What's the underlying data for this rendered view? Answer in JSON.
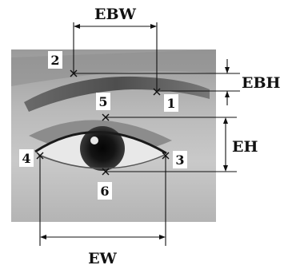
{
  "labels": {
    "ebw": "EBW",
    "ebh": "EBH",
    "eh": "EH",
    "ew": "EW"
  },
  "points": [
    "1",
    "2",
    "3",
    "4",
    "5",
    "6"
  ]
}
